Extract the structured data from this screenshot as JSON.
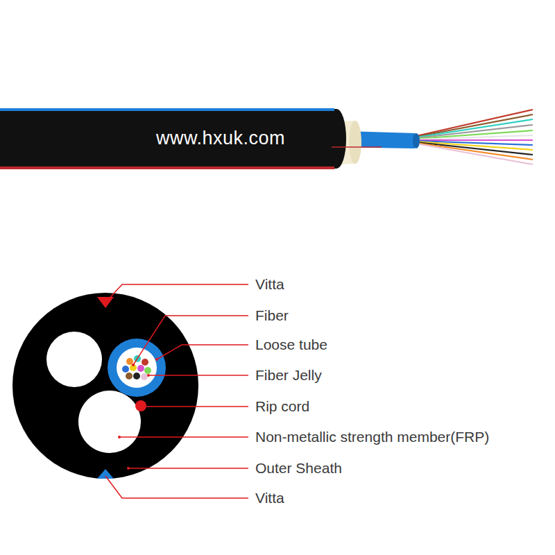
{
  "diagram": {
    "labels": [
      "www.hxuk.com",
      "Vitta",
      "Fiber",
      "Loose tube",
      "Fiber Jelly",
      "Rip cord",
      "Non-metallic strength member(FRP)",
      "Outer Sheath",
      "Vitta"
    ]
  }
}
